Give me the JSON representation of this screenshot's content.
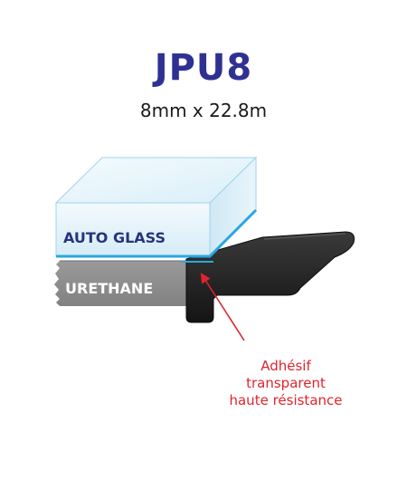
{
  "product": {
    "code": "JPU8",
    "dimensions": "8mm x 22.8m"
  },
  "labels": {
    "glass": "AUTO GLASS",
    "urethane": "URETHANE",
    "adhesive_line1": "Adhésif",
    "adhesive_line2": "transparent",
    "adhesive_line3": "haute résistance"
  },
  "colors": {
    "title": "#2e3192",
    "glass_face": "#e4f3fb",
    "glass_edge": "#2aa7df",
    "glass_label": "#27347a",
    "urethane": "#8d8d8d",
    "tape": "#1c1c1c",
    "annotation": "#e0242e"
  }
}
